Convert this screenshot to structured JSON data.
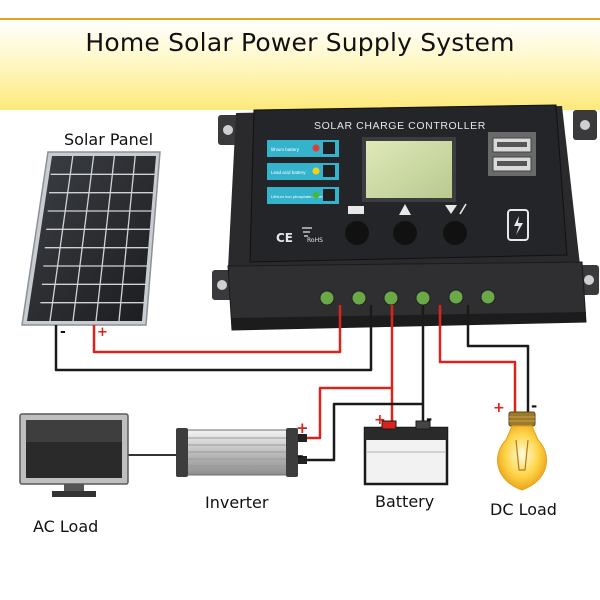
{
  "title": "Home Solar Power Supply System",
  "labels": {
    "solar_panel": "Solar Panel",
    "inverter": "Inverter",
    "battery": "Battery",
    "dc_load": "DC Load",
    "ac_load": "AC Load"
  },
  "controller": {
    "name": "SOLAR CHARGE CONTROLLER",
    "battery_types": [
      "lithium battery",
      "Lead acid battery",
      "Lithium iron phosphate battery"
    ],
    "led_colors": [
      "#e53935",
      "#f2d21b",
      "#43b649"
    ],
    "cert_ce": "CE",
    "cert_rohs": "RoHS"
  },
  "polarity": {
    "plus": "+",
    "minus": "-"
  },
  "colors": {
    "positive_wire": "#d9231c",
    "negative_wire": "#1a1a1a",
    "controller_body": "#2a2a2c",
    "title_gradient_end": "#fde97a"
  }
}
